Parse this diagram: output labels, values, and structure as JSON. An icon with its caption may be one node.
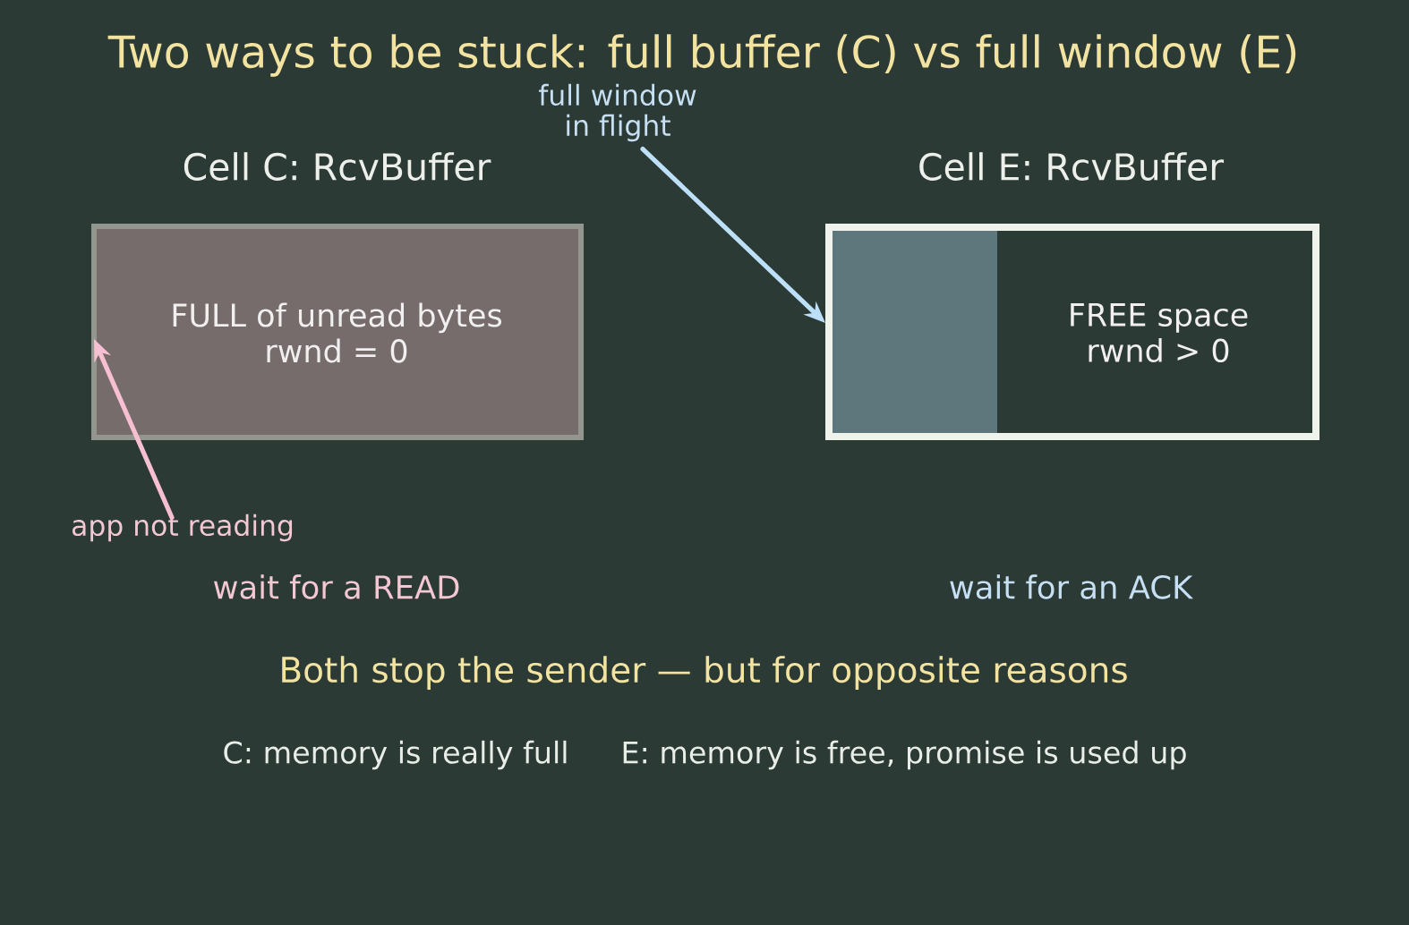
{
  "diagram": {
    "title": "Two ways to be stuck: full buffer (C) vs full window (E)",
    "nodes": [
      {
        "text": [
          "full window in flight"
        ]
      },
      {
        "text": [
          "Cell C: RcvBuffer",
          "FULL of unread bytes rwnd = 0"
        ]
      },
      {
        "text": [
          "app not reading"
        ]
      },
      {
        "text": [
          "Cell E: RcvBuffer",
          "FREE space rwnd > 0"
        ]
      },
      {
        "text": [],
        "shape": "bar",
        "in": 3
      }
    ],
    "edges": [
      {
        "from": 0,
        "to": 4,
        "arrow": "to",
        "color": "#bde0f8"
      },
      {
        "from": 2,
        "to": 1,
        "arrow": "to",
        "color": "#f7bfd2"
      }
    ],
    "labels": [
      "wait for a READ",
      "wait for an ACK",
      "Both stop the sender — but for opposite reasons",
      "C: memory is really full",
      "E: memory is free, promise is used up"
    ]
  }
}
